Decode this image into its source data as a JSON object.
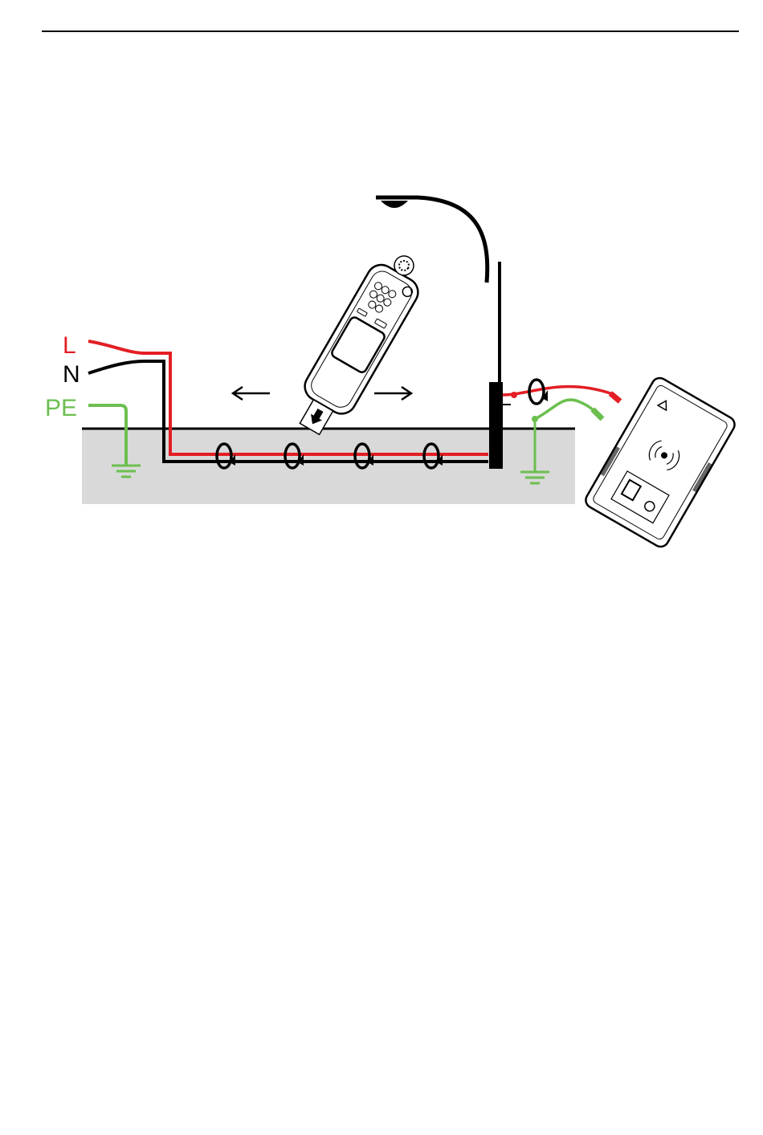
{
  "diagram": {
    "wire_labels": {
      "line": "L",
      "neutral": "N",
      "protective_earth": "PE"
    },
    "colors": {
      "line": "#e31e24",
      "neutral": "#000000",
      "protective_earth": "#6cbf4f",
      "ground": "#d9d9d9"
    },
    "icons": {
      "receiver": "cable-locator-receiver-icon",
      "transmitter": "cable-locator-transmitter-icon",
      "street_lamp": "street-lamp-icon",
      "clamp": "signal-clamp-icon",
      "earth": "earth-ground-icon",
      "direction": "direction-arrow-icon"
    }
  }
}
